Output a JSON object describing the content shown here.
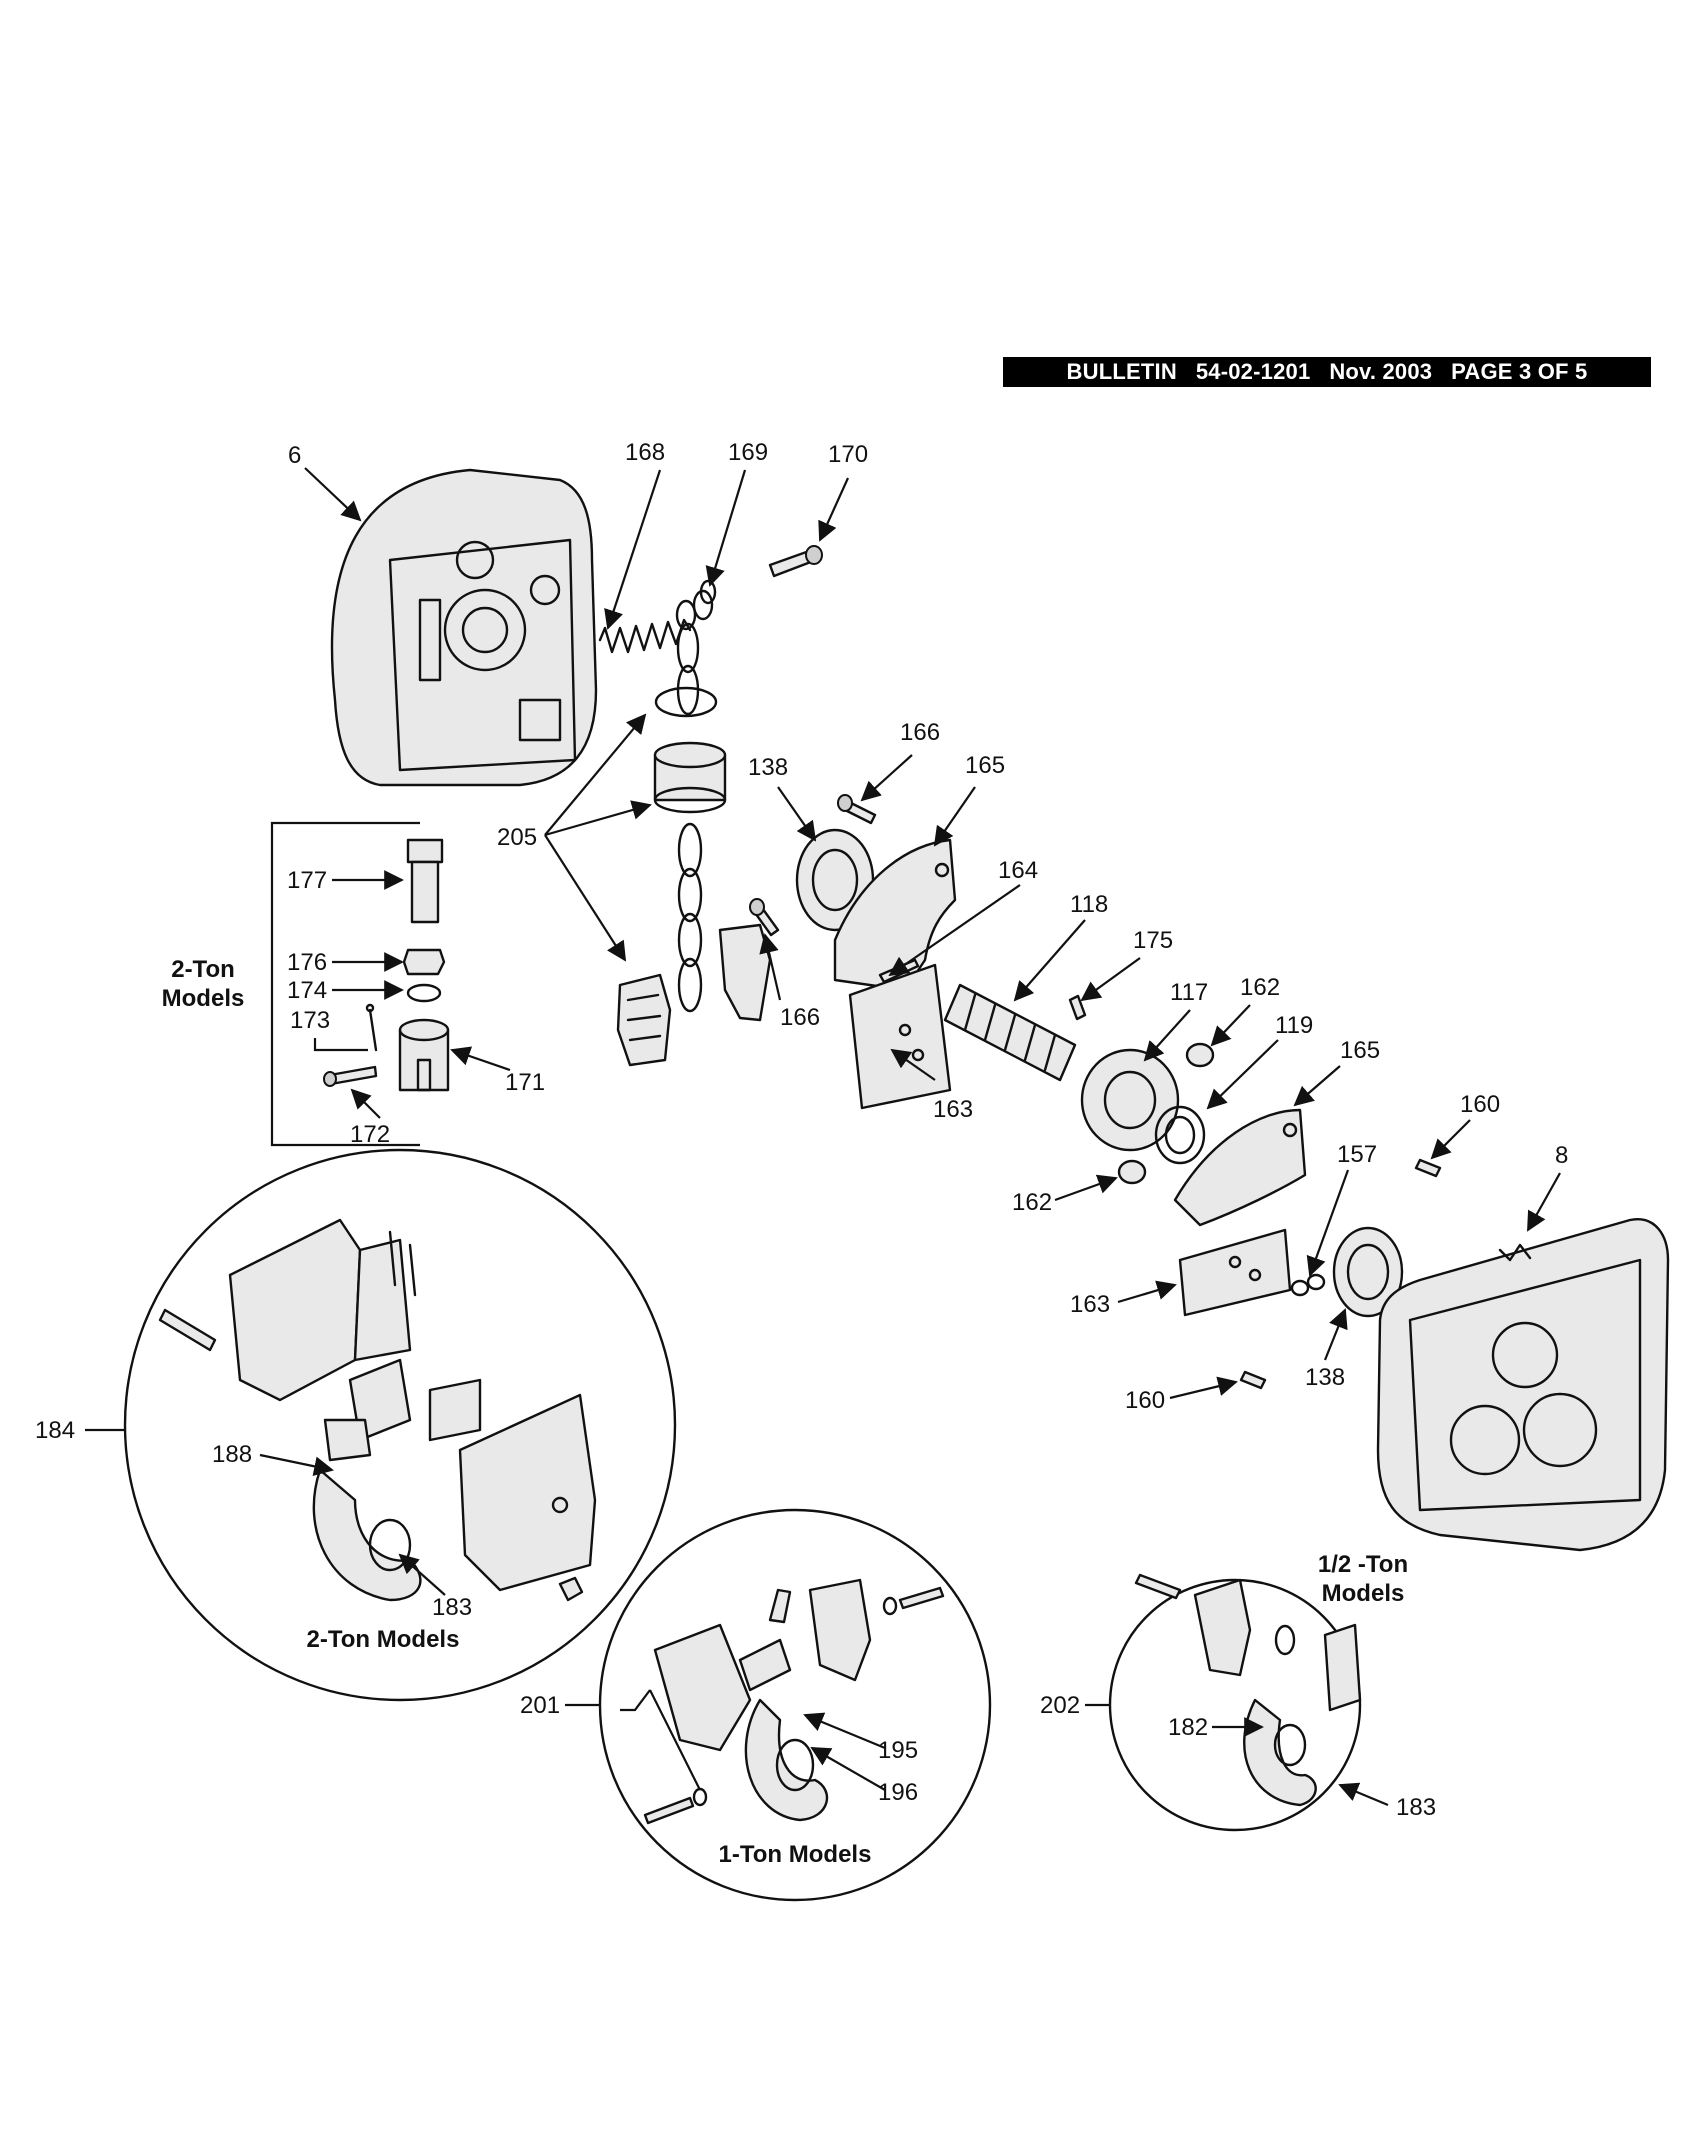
{
  "header": {
    "bulletin": "BULLETIN   54-02-1201   Nov. 2003   PAGE 3 OF 5"
  },
  "groups": {
    "two_ton_box": [
      "2-Ton",
      "Models"
    ],
    "two_ton_circle": "2-Ton Models",
    "one_ton_circle": "1-Ton Models",
    "half_ton_circle": [
      "1/2 -Ton",
      "Models"
    ]
  },
  "callouts": {
    "c6": "6",
    "c168": "168",
    "c169": "169",
    "c170": "170",
    "c166a": "166",
    "c165a": "165",
    "c138a": "138",
    "c205": "205",
    "c177": "177",
    "c176": "176",
    "c174": "174",
    "c173": "173",
    "c172": "172",
    "c171": "171",
    "c166b": "166",
    "c164": "164",
    "c118": "118",
    "c175": "175",
    "c117": "117",
    "c162a": "162",
    "c119": "119",
    "c165b": "165",
    "c163a": "163",
    "c160a": "160",
    "c8": "8",
    "c157": "157",
    "c162b": "162",
    "c163b": "163",
    "c138b": "138",
    "c160b": "160",
    "c184": "184",
    "c188": "188",
    "c183a": "183",
    "c201": "201",
    "c195": "195",
    "c196": "196",
    "c202": "202",
    "c182": "182",
    "c183b": "183"
  },
  "colors": {
    "ink": "#111111",
    "paper": "#ffffff",
    "header_bg": "#000000",
    "header_fg": "#ffffff"
  }
}
